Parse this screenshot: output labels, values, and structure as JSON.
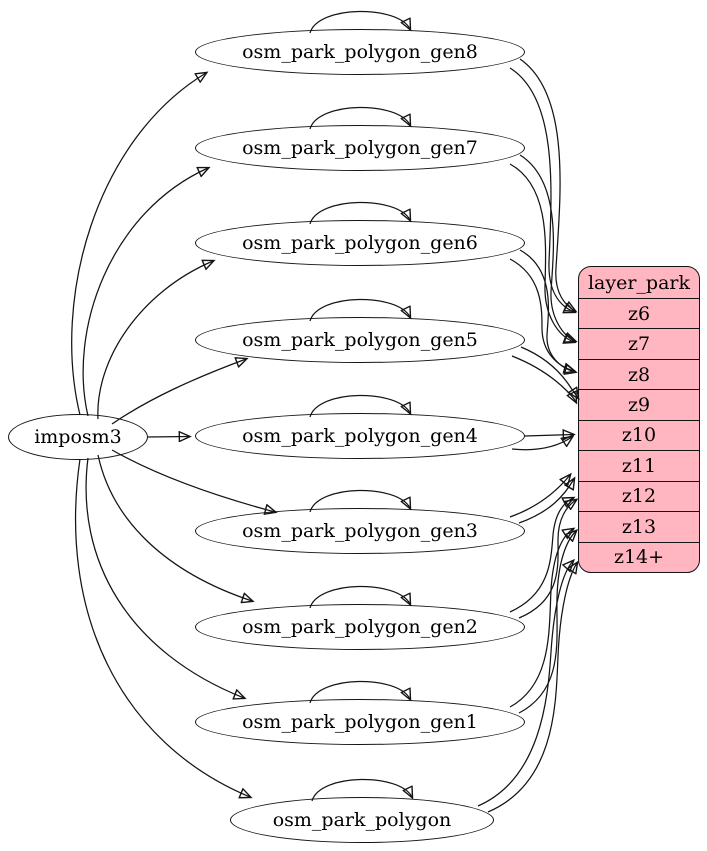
{
  "diagram": {
    "kind": "etl-graph",
    "nodes": [
      {
        "id": "imposm3",
        "label": "imposm3"
      },
      {
        "id": "osm_park_polygon_gen8",
        "label": "osm_park_polygon_gen8"
      },
      {
        "id": "osm_park_polygon_gen7",
        "label": "osm_park_polygon_gen7"
      },
      {
        "id": "osm_park_polygon_gen6",
        "label": "osm_park_polygon_gen6"
      },
      {
        "id": "osm_park_polygon_gen5",
        "label": "osm_park_polygon_gen5"
      },
      {
        "id": "osm_park_polygon_gen4",
        "label": "osm_park_polygon_gen4"
      },
      {
        "id": "osm_park_polygon_gen3",
        "label": "osm_park_polygon_gen3"
      },
      {
        "id": "osm_park_polygon_gen2",
        "label": "osm_park_polygon_gen2"
      },
      {
        "id": "osm_park_polygon_gen1",
        "label": "osm_park_polygon_gen1"
      },
      {
        "id": "osm_park_polygon",
        "label": "osm_park_polygon"
      }
    ],
    "layer_table": {
      "title": "layer_park",
      "rows": [
        "z6",
        "z7",
        "z8",
        "z9",
        "z10",
        "z11",
        "z12",
        "z13",
        "z14+"
      ]
    },
    "edges": {
      "from_imposm3": [
        "osm_park_polygon_gen8",
        "osm_park_polygon_gen7",
        "osm_park_polygon_gen6",
        "osm_park_polygon_gen5",
        "osm_park_polygon_gen4",
        "osm_park_polygon_gen3",
        "osm_park_polygon_gen2",
        "osm_park_polygon_gen1",
        "osm_park_polygon"
      ],
      "self_loops": [
        "osm_park_polygon_gen8",
        "osm_park_polygon_gen7",
        "osm_park_polygon_gen6",
        "osm_park_polygon_gen5",
        "osm_park_polygon_gen4",
        "osm_park_polygon_gen3",
        "osm_park_polygon_gen2",
        "osm_park_polygon_gen1",
        "osm_park_polygon"
      ],
      "to_layer": [
        {
          "from": "osm_park_polygon_gen8",
          "to": "z6",
          "parallel_edges": 2
        },
        {
          "from": "osm_park_polygon_gen7",
          "to": "z7",
          "parallel_edges": 2
        },
        {
          "from": "osm_park_polygon_gen6",
          "to": "z8",
          "parallel_edges": 2
        },
        {
          "from": "osm_park_polygon_gen5",
          "to": "z9",
          "parallel_edges": 2
        },
        {
          "from": "osm_park_polygon_gen4",
          "to": "z10",
          "parallel_edges": 2
        },
        {
          "from": "osm_park_polygon_gen3",
          "to": "z11",
          "parallel_edges": 2
        },
        {
          "from": "osm_park_polygon_gen2",
          "to": "z12",
          "parallel_edges": 2
        },
        {
          "from": "osm_park_polygon_gen1",
          "to": "z13",
          "parallel_edges": 2
        },
        {
          "from": "osm_park_polygon",
          "to": "z14+",
          "parallel_edges": 2
        }
      ]
    },
    "colors": {
      "layer_table_fill": "#ffb6c1",
      "node_fill": "#ffffff",
      "stroke": "#141414",
      "background": "#ffffff"
    }
  }
}
